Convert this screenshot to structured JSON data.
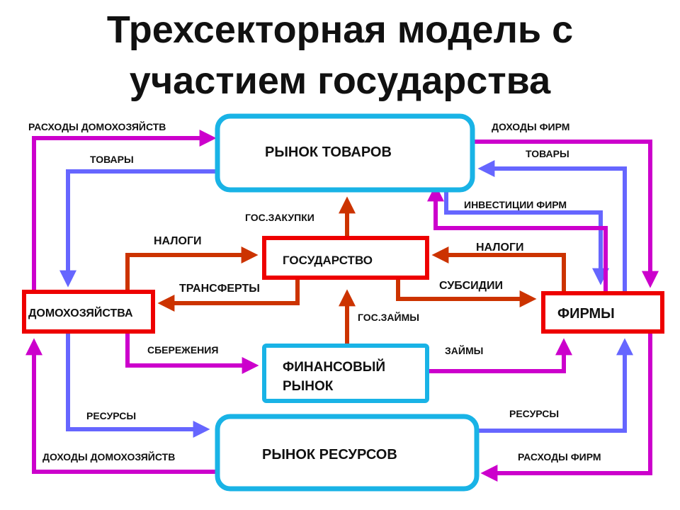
{
  "title": {
    "line1": "Трехсекторная модель с",
    "line2": "участием государства"
  },
  "nodes": {
    "goods_market": "РЫНОК ТОВАРОВ",
    "state": "ГОСУДАРСТВО",
    "households": "ДОМОХОЗЯЙСТВА",
    "firms": "ФИРМЫ",
    "financial_market_line1": "ФИНАНСОВЫЙ",
    "financial_market_line2": "РЫНОК",
    "resource_market": "РЫНОК РЕСУРСОВ"
  },
  "flows": {
    "household_spending": "РАСХОДЫ ДОМОХОЗЯЙСТВ",
    "goods_left": "ТОВАРЫ",
    "firm_revenue": "ДОХОДЫ ФИРМ",
    "goods_right": "ТОВАРЫ",
    "firm_investment": "ИНВЕСТИЦИИ ФИРМ",
    "gov_purchases": "ГОС.ЗАКУПКИ",
    "taxes_left": "НАЛОГИ",
    "transfers": "ТРАНСФЕРТЫ",
    "taxes_right": "НАЛОГИ",
    "subsidies": "СУБСИДИИ",
    "gov_loans": "ГОС.ЗАЙМЫ",
    "savings": "СБЕРЕЖЕНИЯ",
    "loans": "ЗАЙМЫ",
    "resources_left": "РЕСУРСЫ",
    "resources_right": "РЕСУРСЫ",
    "household_income": "ДОХОДЫ ДОМОХОЗЯЙСТВ",
    "firm_spending": "РАСХОДЫ ФИРМ"
  },
  "colors": {
    "magenta_flow": "#cc00cc",
    "blue_flow": "#6666ff",
    "orange_flow": "#cc3300",
    "market_border": "#19b3e6",
    "agent_border": "#ee0000"
  }
}
